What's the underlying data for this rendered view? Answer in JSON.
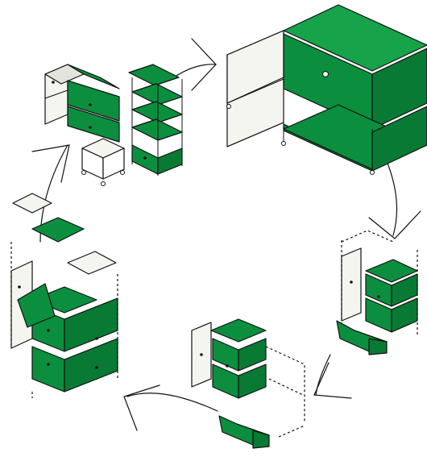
{
  "diagram": {
    "type": "modular-furniture-reconfiguration-cycle",
    "colors": {
      "panel_green": "#0b8f3e",
      "panel_green_dark": "#087a33",
      "panel_green_light": "#16a34a",
      "panel_white": "#f5f5f0",
      "panel_white_shade": "#e4e4de",
      "line": "#111111"
    },
    "stages": [
      {
        "id": "small-units",
        "description_icon": "lowboard-tower-and-cart"
      },
      {
        "id": "sideboard",
        "description_icon": "large-open-sideboard"
      },
      {
        "id": "narrow-tower",
        "description_icon": "disassembled-tower"
      },
      {
        "id": "medium-shelf",
        "description_icon": "partial-assembly"
      },
      {
        "id": "wide-shelf",
        "description_icon": "exploded-wide-shelf"
      }
    ],
    "arrows": [
      {
        "from": "small-units",
        "to": "sideboard"
      },
      {
        "from": "sideboard",
        "to": "narrow-tower"
      },
      {
        "from": "narrow-tower",
        "to": "medium-shelf"
      },
      {
        "from": "medium-shelf",
        "to": "wide-shelf"
      },
      {
        "from": "wide-shelf",
        "to": "small-units"
      }
    ]
  }
}
